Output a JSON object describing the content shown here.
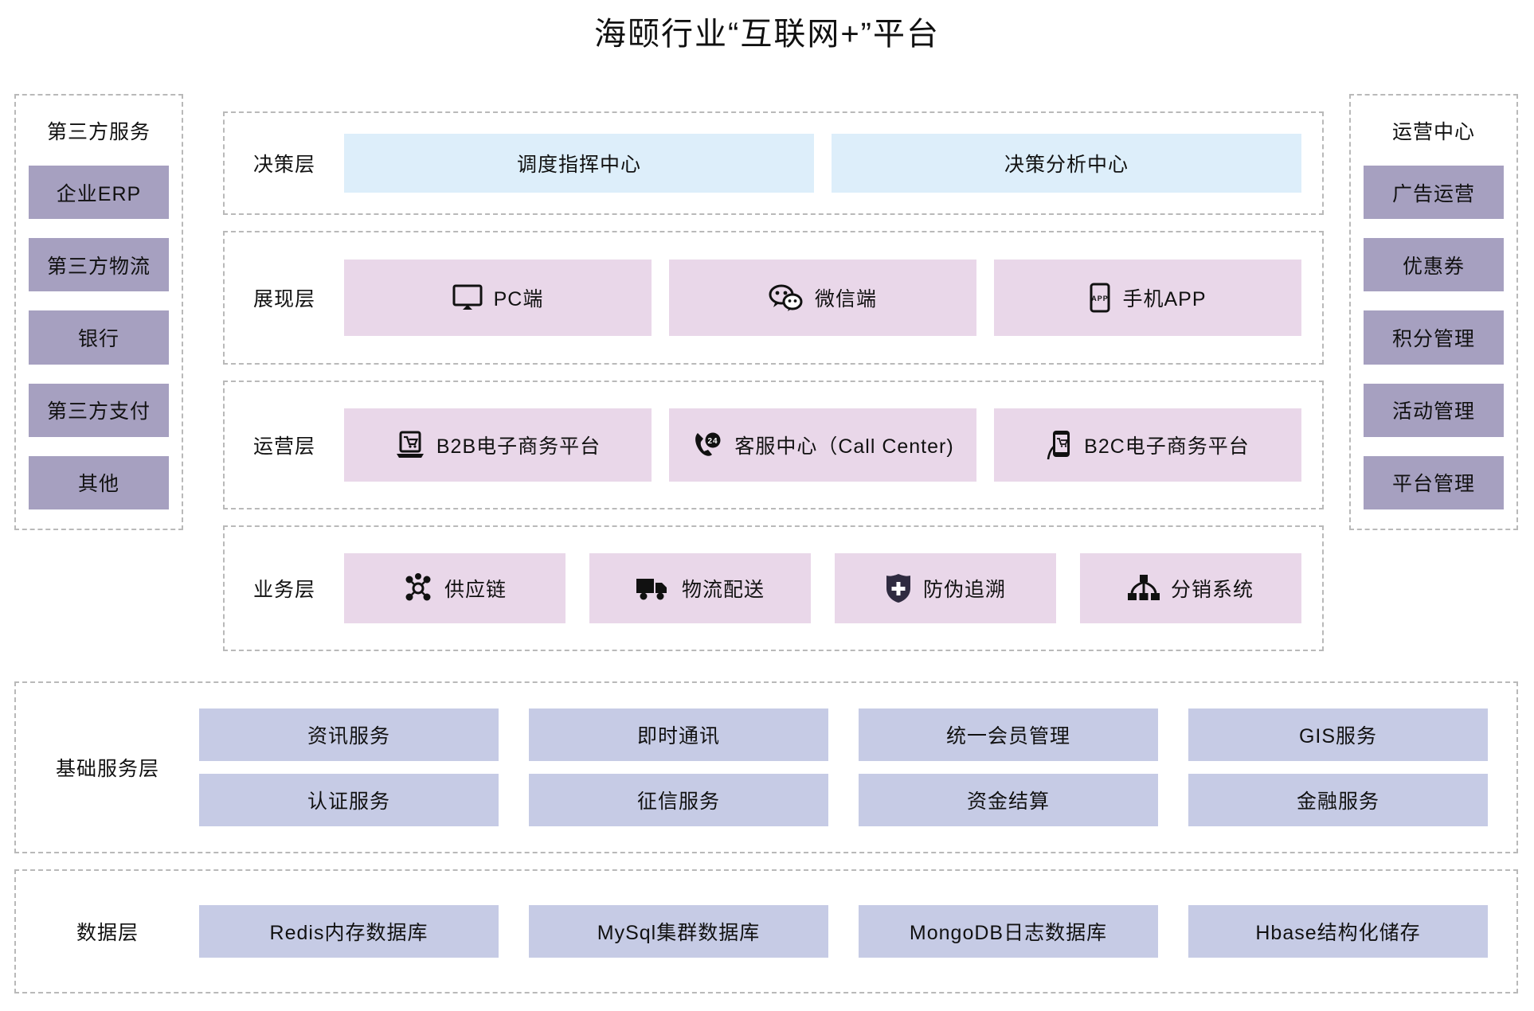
{
  "title": "海颐行业“互联网+”平台",
  "colors": {
    "decision_cell": "#ddeefa",
    "pink_cell": "#e9d7e9",
    "side_chip": "#a6a0c0",
    "tile": "#c6cbe5",
    "dashed_border": "#b9b9b9"
  },
  "left_panel": {
    "title": "第三方服务",
    "items": [
      {
        "label": "企业ERP"
      },
      {
        "label": "第三方物流"
      },
      {
        "label": "银行"
      },
      {
        "label": "第三方支付"
      },
      {
        "label": "其他"
      }
    ]
  },
  "right_panel": {
    "title": "运营中心",
    "items": [
      {
        "label": "广告运营"
      },
      {
        "label": "优惠券"
      },
      {
        "label": "积分管理"
      },
      {
        "label": "活动管理"
      },
      {
        "label": "平台管理"
      }
    ]
  },
  "rows": [
    {
      "label": "决策层",
      "style": "blue",
      "cells": [
        {
          "label": "调度指挥中心",
          "icon": null
        },
        {
          "label": "决策分析中心",
          "icon": null
        }
      ]
    },
    {
      "label": "展现层",
      "style": "pink",
      "cells": [
        {
          "label": "PC端",
          "icon": "monitor-icon"
        },
        {
          "label": "微信端",
          "icon": "wechat-icon"
        },
        {
          "label": "手机APP",
          "icon": "mobile-app-icon"
        }
      ]
    },
    {
      "label": "运营层",
      "style": "pink",
      "cells": [
        {
          "label": "B2B电子商务平台",
          "icon": "laptop-cart-icon"
        },
        {
          "label": "客服中心（Call Center)",
          "icon": "phone-24-icon"
        },
        {
          "label": "B2C电子商务平台",
          "icon": "phone-cart-icon"
        }
      ]
    },
    {
      "label": "业务层",
      "style": "pink",
      "cells": [
        {
          "label": "供应链",
          "icon": "supply-chain-icon"
        },
        {
          "label": "物流配送",
          "icon": "truck-icon"
        },
        {
          "label": "防伪追溯",
          "icon": "shield-icon"
        },
        {
          "label": "分销系统",
          "icon": "hierarchy-icon"
        }
      ]
    }
  ],
  "base_service_band": {
    "label": "基础服务层",
    "tiles": [
      "资讯服务",
      "即时通讯",
      "统一会员管理",
      "GIS服务",
      "认证服务",
      "征信服务",
      "资金结算",
      "金融服务"
    ]
  },
  "data_band": {
    "label": "数据层",
    "tiles": [
      "Redis内存数据库",
      "MySql集群数据库",
      "MongoDB日志数据库",
      "Hbase结构化储存"
    ]
  }
}
